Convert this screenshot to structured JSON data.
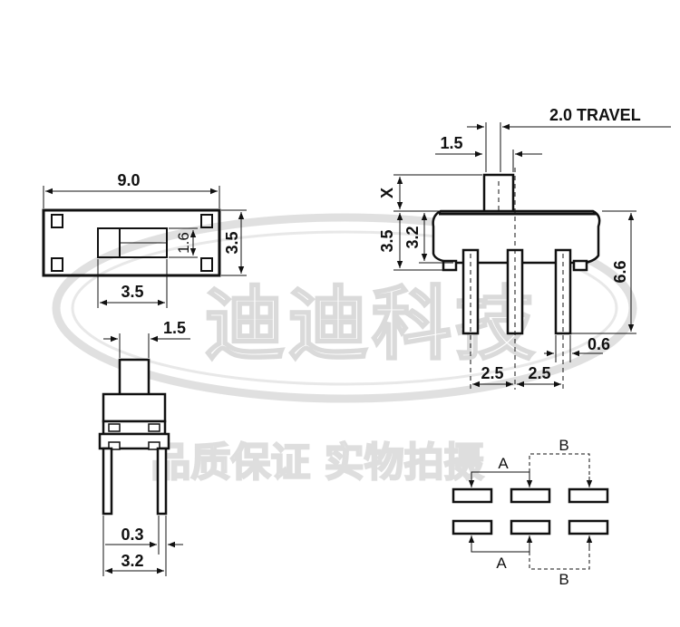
{
  "watermark": {
    "line1": "迪迪科技",
    "line2": "品质保证 实物拍摄"
  },
  "top_view": {
    "width_dim": "9.0",
    "height_dim": "3.5",
    "knob_height_dim": "1.6",
    "knob_width_dim": "3.5"
  },
  "side_view": {
    "travel_dim": "2.0 TRAVEL",
    "actuator_width_dim": "1.5",
    "x_label": "X",
    "body_height_dim": "3.5",
    "body_inner_dim": "3.2",
    "overall_height_dim": "6.6",
    "pin_width_dim": "0.6",
    "pitch_left_dim": "2.5",
    "pitch_right_dim": "2.5"
  },
  "end_view": {
    "actuator_width_dim": "1.5",
    "pin_thickness_dim": "0.3",
    "depth_dim": "3.2"
  },
  "pad_layout": {
    "label_a_top": "A",
    "label_b_top": "B",
    "label_a_bottom": "A",
    "label_b_bottom": "B"
  },
  "colors": {
    "line": "#111111",
    "watermark": "#cccccc"
  }
}
